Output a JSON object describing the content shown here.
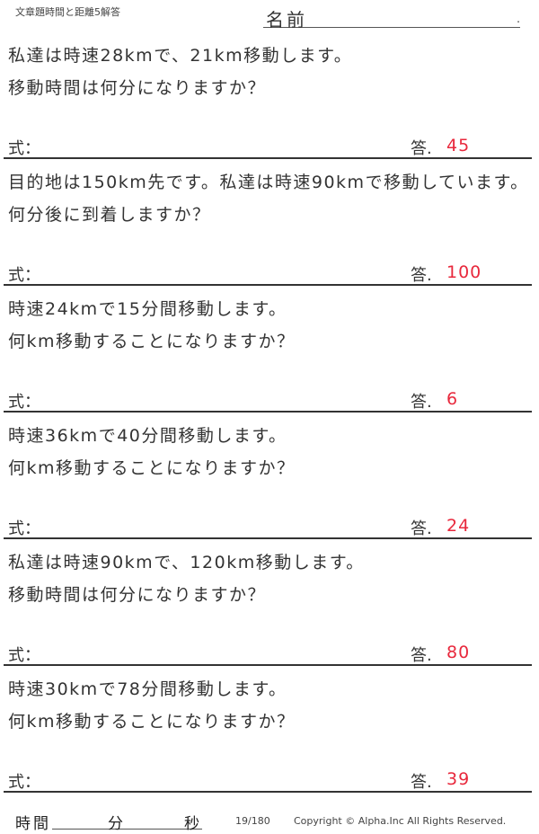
{
  "header": {
    "title": "文章題時間と距離5解答",
    "name_label": "名前",
    "name_dot": "."
  },
  "labels": {
    "formula": "式：",
    "answer": "答."
  },
  "problems": [
    {
      "line1": "私達は時速28kmで、21km移動します。",
      "line2": "移動時間は何分になりますか？",
      "answer": "45"
    },
    {
      "line1": "目的地は150km先です。私達は時速90kmで移動しています。",
      "line2": "何分後に到着しますか？",
      "answer": "100"
    },
    {
      "line1": "時速24kmで15分間移動します。",
      "line2": "何km移動することになりますか？",
      "answer": "6"
    },
    {
      "line1": "時速36kmで40分間移動します。",
      "line2": "何km移動することになりますか？",
      "answer": "24"
    },
    {
      "line1": "私達は時速90kmで、120km移動します。",
      "line2": "移動時間は何分になりますか？",
      "answer": "80"
    },
    {
      "line1": "時速30kmで78分間移動します。",
      "line2": "何km移動することになりますか？",
      "answer": "39"
    }
  ],
  "footer": {
    "time_label": "時間",
    "minutes_label": "分",
    "seconds_label": "秒",
    "page": "19/180",
    "copyright": "Copyright ©  Alpha.Inc All Rights Reserved."
  },
  "colors": {
    "answer": "#e8283c",
    "text": "#333333"
  }
}
